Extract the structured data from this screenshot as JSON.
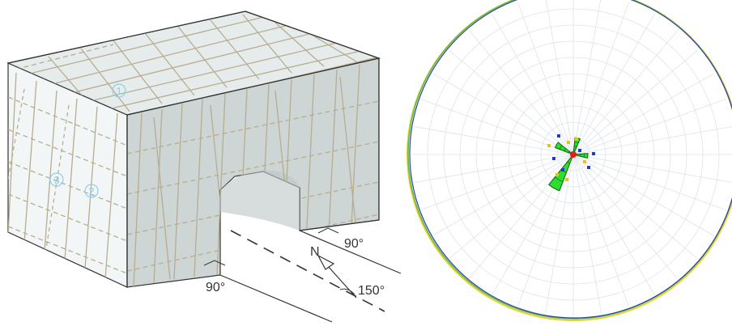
{
  "block_diagram": {
    "joint_set_labels": [
      "1",
      "2",
      "3"
    ],
    "north_label": "N",
    "angle_label_top": "90°",
    "angle_label_bottom": "90°",
    "strike_label": "150°"
  },
  "colors": {
    "block_face_left": "#f3f6f6",
    "block_face_top": "#e6ebeb",
    "block_face_front": "#cdd5d5",
    "joint_line": "#b7ad90",
    "badge_color": "#8fd0ea",
    "rose_petal": "#2fdc2f",
    "rose_petal_stroke": "#0a6a0a",
    "net_ring_yellow": "#e8d22a",
    "net_ring_green": "#5ab84a",
    "net_ring_blue": "#2b3fa8",
    "grid_line": "#dde3ea"
  },
  "stereonet": {
    "rose_diagram_bins_deg": [
      {
        "azimuth": 15,
        "length": 0.35
      },
      {
        "azimuth": 95,
        "length": 0.3
      },
      {
        "azimuth": 210,
        "length": 0.8
      },
      {
        "azimuth": 300,
        "length": 0.4
      }
    ]
  }
}
